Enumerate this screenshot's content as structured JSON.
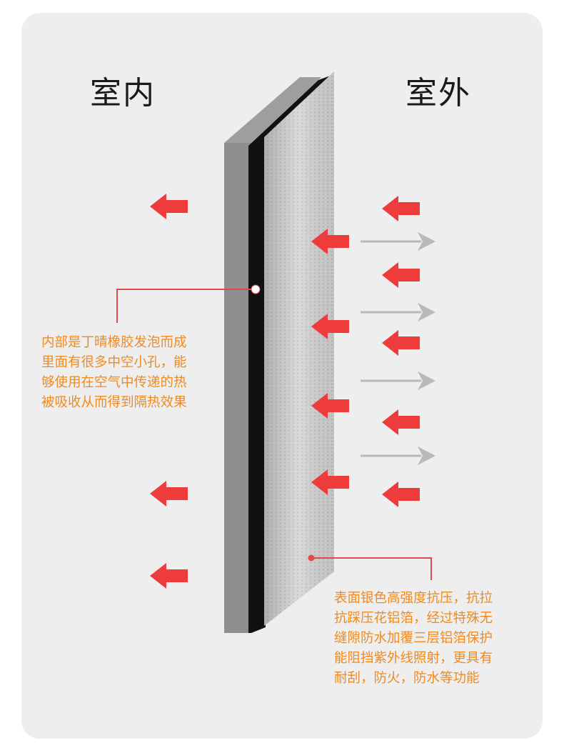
{
  "headings": {
    "indoor": "室内",
    "outdoor": "室外"
  },
  "annotations": {
    "foam_core": [
      "内部是丁晴橡胶发泡而成",
      "里面有很多中空小孔，能",
      "够使用在空气中传递的热",
      "被吸收从而得到隔热效果"
    ],
    "aluminum_surface": [
      "表面银色高强度抗压，抗拉",
      "抗踩压花铝箔，经过特殊无",
      "缝隙防水加覆三层铝箔保护",
      "能阻挡紫外线照射，更具有",
      "耐刮，防火，防水等功能"
    ]
  },
  "colors": {
    "arrow_red": "#ee3b3b",
    "arrow_gray": "#b9b9b9",
    "callout_line": "#e04a4a",
    "annotation_text": "#f08a1f",
    "panel_gray": "#8f8f8f",
    "panel_black": "#111111",
    "foil": "#d6d6d6"
  }
}
